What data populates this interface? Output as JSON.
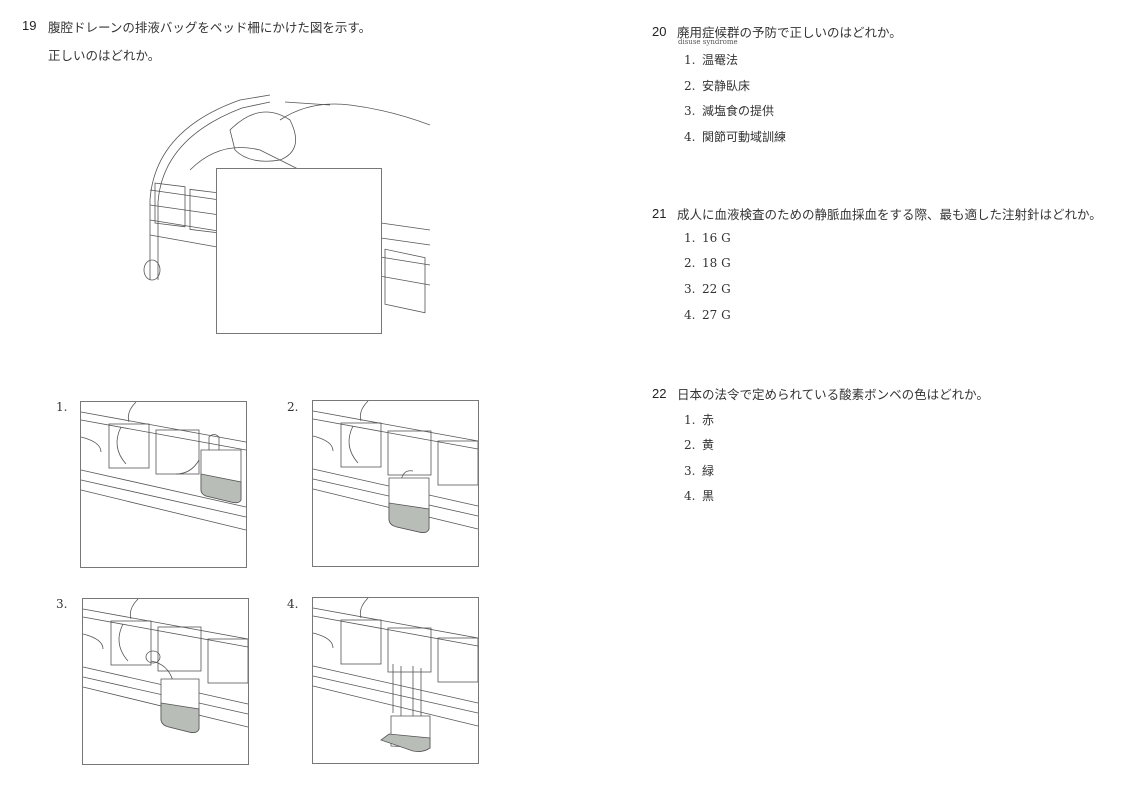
{
  "questions": [
    {
      "number": "19",
      "text_line1": "腹腔ドレーンの排液バッグをベッド柵にかけた図を示す。",
      "text_line2": "正しいのはどれか。",
      "options": [
        "1.",
        "2.",
        "3.",
        "4."
      ]
    },
    {
      "number": "20",
      "text": "廃用症候群の予防で正しいのはどれか。",
      "ruby": "disuse syndrome",
      "options": [
        {
          "n": "1.",
          "t": "温罨法"
        },
        {
          "n": "2.",
          "t": "安静臥床"
        },
        {
          "n": "3.",
          "t": "減塩食の提供"
        },
        {
          "n": "4.",
          "t": "関節可動域訓練"
        }
      ]
    },
    {
      "number": "21",
      "text": "成人に血液検査のための静脈血採血をする際、最も適した注射針はどれか。",
      "options": [
        {
          "n": "1.",
          "t": "16 G"
        },
        {
          "n": "2.",
          "t": "18 G"
        },
        {
          "n": "3.",
          "t": "22 G"
        },
        {
          "n": "4.",
          "t": "27 G"
        }
      ]
    },
    {
      "number": "22",
      "text": "日本の法令で定められている酸素ボンベの色はどれか。",
      "options": [
        {
          "n": "1.",
          "t": "赤"
        },
        {
          "n": "2.",
          "t": "黄"
        },
        {
          "n": "3.",
          "t": "緑"
        },
        {
          "n": "4.",
          "t": "黒"
        }
      ]
    }
  ],
  "colors": {
    "bag_fill": "#b9bdb8",
    "line": "#555555"
  }
}
